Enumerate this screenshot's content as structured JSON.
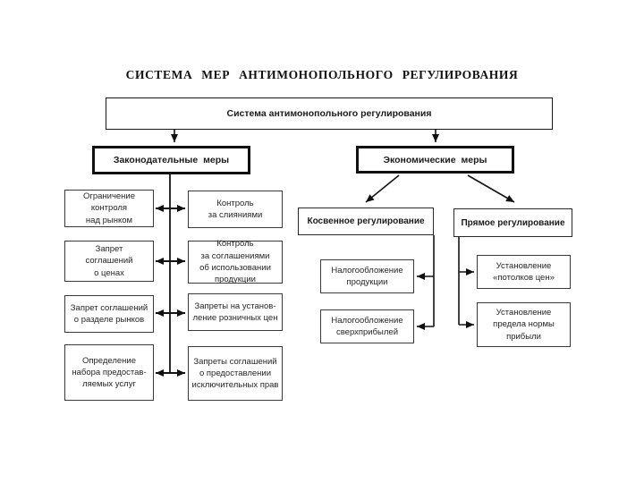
{
  "title": "СИСТЕМА МЕР АНТИМОНОПОЛЬНОГО РЕГУЛИРОВАНИЯ",
  "root": {
    "label": "Система антимонопольного регулирования"
  },
  "legislative": {
    "header": "Законодательные меры",
    "left": [
      {
        "label": "Ограничение\nконтроля\nнад рынком"
      },
      {
        "label": "Запрет\nсоглашений\nо ценах"
      },
      {
        "label": "Запрет соглашений\nо разделе рынков"
      },
      {
        "label": "Определение\nнабора предостав-\nляемых услуг"
      }
    ],
    "right": [
      {
        "label": "Контроль\nза слияниями"
      },
      {
        "label": "Контроль\nза соглашениями\nоб использовании\nпродукции"
      },
      {
        "label": "Запреты на установ-\nление розничных цен"
      },
      {
        "label": "Запреты соглашений\nо предоставлении\nисключительных прав"
      }
    ]
  },
  "economic": {
    "header": "Экономические меры",
    "indirect": {
      "header": "Косвенное регулирование",
      "children": [
        {
          "label": "Налогообложение\nпродукции"
        },
        {
          "label": "Налогообложение\nсверхприбылей"
        }
      ]
    },
    "direct": {
      "header": "Прямое регулирование",
      "children": [
        {
          "label": "Установление\n«потолков цен»"
        },
        {
          "label": "Установление\nпредела нормы\nприбыли"
        }
      ]
    }
  },
  "colors": {
    "ink": "#1b1b1b",
    "background": "#ffffff"
  }
}
